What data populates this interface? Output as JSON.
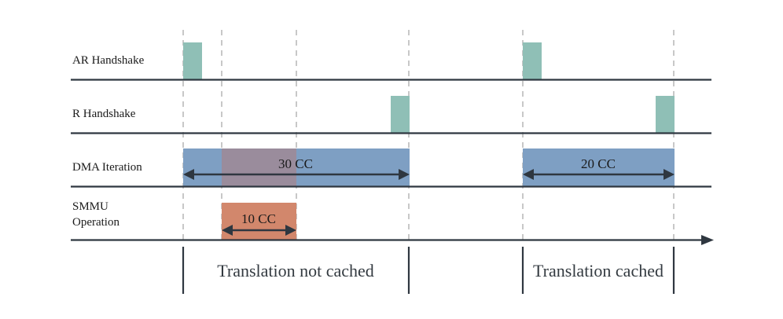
{
  "rows": {
    "ar_handshake": "AR Handshake",
    "r_handshake": "R Handshake",
    "dma_iteration": "DMA Iteration",
    "smmu_line1": "SMMU",
    "smmu_line2": "Operation"
  },
  "durations": {
    "dma_uncached": "30 CC",
    "smmu": "10 CC",
    "dma_cached": "20 CC"
  },
  "regions": {
    "not_cached": "Translation not cached",
    "cached": "Translation cached"
  },
  "colors": {
    "handshake": "#8fbfb6",
    "dma": "#7e9fc3",
    "overlap": "#9a8c9c",
    "smmu": "#d2876c",
    "axis": "#2f3740",
    "guide": "#c8c8c8"
  }
}
